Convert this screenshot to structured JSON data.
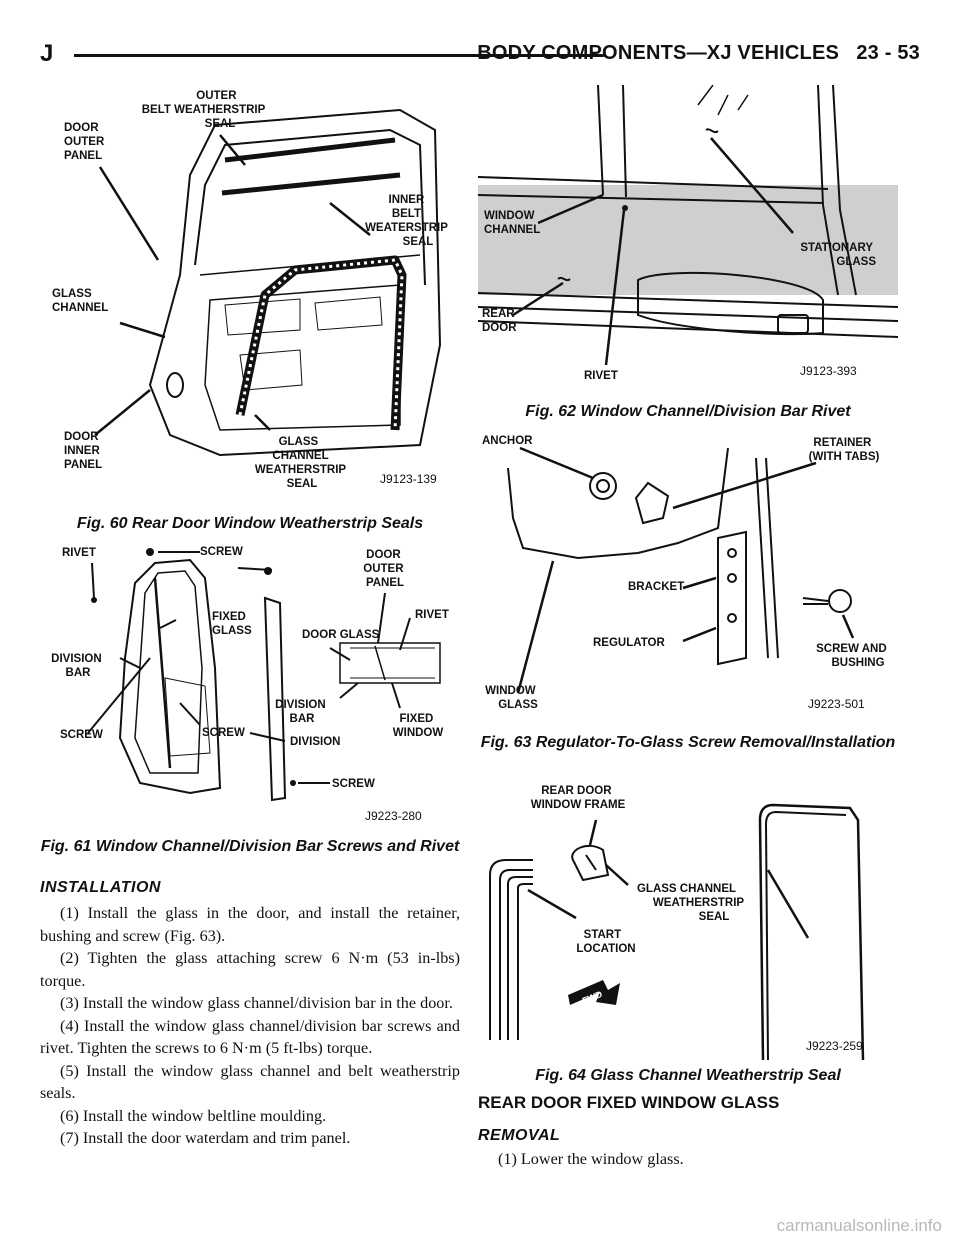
{
  "header": {
    "letter": "J",
    "title": "BODY COMPONENTS—XJ VEHICLES",
    "page": "23 - 53"
  },
  "fig60": {
    "caption": "Fig. 60 Rear Door Window Weatherstrip Seals",
    "code": "J9123-139",
    "labels": {
      "door_outer_panel": [
        "DOOR",
        "OUTER",
        "PANEL"
      ],
      "outer_belt": [
        "OUTER",
        "BELT WEATHERSTRIP",
        "SEAL"
      ],
      "inner_belt": [
        "INNER",
        "BELT",
        "WEATERSTRIP",
        "SEAL"
      ],
      "glass_channel": [
        "GLASS",
        "CHANNEL"
      ],
      "door_inner_panel": [
        "DOOR",
        "INNER",
        "PANEL"
      ],
      "glass_channel_seal": [
        "GLASS",
        "CHANNEL",
        "WEATHERSTRIP",
        "SEAL"
      ]
    }
  },
  "fig61": {
    "caption": "Fig. 61 Window Channel/Division Bar Screws and Rivet",
    "code": "J9223-280",
    "labels": {
      "rivet_top": "RIVET",
      "screw_top": "SCREW",
      "door_outer_panel": [
        "DOOR",
        "OUTER",
        "PANEL"
      ],
      "rivet_right": "RIVET",
      "fixed_glass": [
        "FIXED",
        "GLASS"
      ],
      "door_glass": "DOOR GLASS",
      "division_bar_left": [
        "DIVISION",
        "BAR"
      ],
      "division_bar_mid": [
        "DIVISION",
        "BAR"
      ],
      "fixed_window": [
        "FIXED",
        "WINDOW"
      ],
      "screw_left": "SCREW",
      "screw_mid": "SCREW",
      "division": "DIVISION",
      "screw_bottom": "SCREW"
    }
  },
  "fig62": {
    "caption": "Fig. 62 Window Channel/Division Bar Rivet",
    "code": "J9123-393",
    "labels": {
      "window_channel": [
        "WINDOW",
        "CHANNEL"
      ],
      "stationary_glass": [
        "STATIONARY",
        "GLASS"
      ],
      "rear_door": [
        "REAR",
        "DOOR"
      ],
      "rivet": "RIVET"
    }
  },
  "fig63": {
    "caption": "Fig. 63 Regulator-To-Glass Screw Removal/Installation",
    "code": "J9223-501",
    "labels": {
      "anchor": "ANCHOR",
      "retainer": [
        "RETAINER",
        "(WITH TABS)"
      ],
      "bracket": "BRACKET",
      "regulator": "REGULATOR",
      "screw_bushing": [
        "SCREW AND",
        "BUSHING"
      ],
      "window_glass": [
        "WINDOW",
        "GLASS"
      ]
    }
  },
  "fig64": {
    "caption": "Fig. 64 Glass Channel Weatherstrip Seal",
    "code": "J9223-259",
    "labels": {
      "rear_door_frame": [
        "REAR DOOR",
        "WINDOW FRAME"
      ],
      "gcws": [
        "GLASS CHANNEL",
        "WEATHERSTRIP",
        "SEAL"
      ],
      "start_location": [
        "START",
        "LOCATION"
      ],
      "fwd": "FWD"
    }
  },
  "installation": {
    "heading": "INSTALLATION",
    "steps": [
      "(1) Install the glass in the door, and install the retainer, bushing and screw (Fig. 63).",
      "(2) Tighten the glass attaching screw 6 N·m (53 in-lbs) torque.",
      "(3) Install the window glass channel/division bar in the door.",
      "(4) Install the window glass channel/division bar screws and rivet. Tighten the screws to 6 N·m (5 ft-lbs) torque.",
      "(5) Install the window glass channel and belt weatherstrip seals.",
      "(6) Install the window beltline moulding.",
      "(7) Install the door waterdam and trim panel."
    ]
  },
  "rear_fixed": {
    "heading": "REAR DOOR FIXED WINDOW GLASS",
    "removal_heading": "REMOVAL",
    "steps": [
      "(1) Lower the window glass."
    ]
  },
  "watermark": "carmanualsonline.info"
}
